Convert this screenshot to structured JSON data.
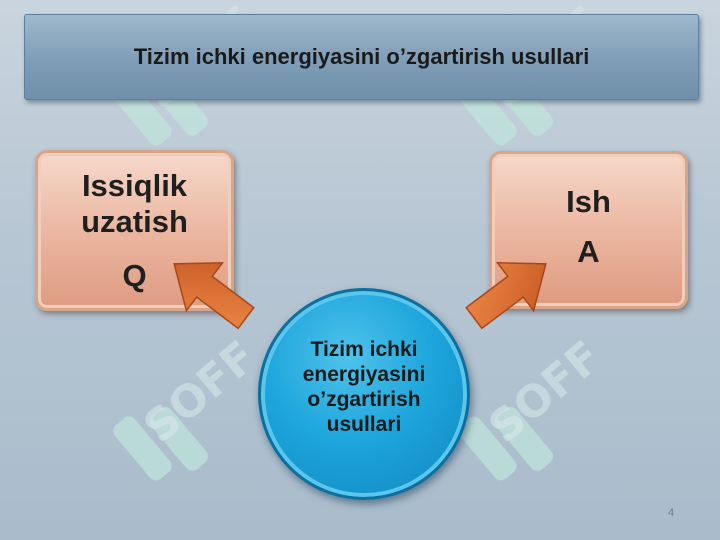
{
  "slide": {
    "title": "Tizim ichki energiyasini o’zgartirish usullari",
    "left_box": {
      "name": "Issiqlik uzatish",
      "symbol": "Q"
    },
    "right_box": {
      "name": "Ish",
      "symbol": "A"
    },
    "center": {
      "text": "Tizim ichki energiyasini o’zgartirish usullari"
    },
    "page_number": "4"
  },
  "watermark": {
    "text": "SOFF",
    "icon": "soff-logo-icon"
  },
  "colors": {
    "title_bar": "#7f9db6",
    "box_fill": "#eab49e",
    "circle_fill": "#1ea6dc",
    "arrow": "#d8692f"
  }
}
